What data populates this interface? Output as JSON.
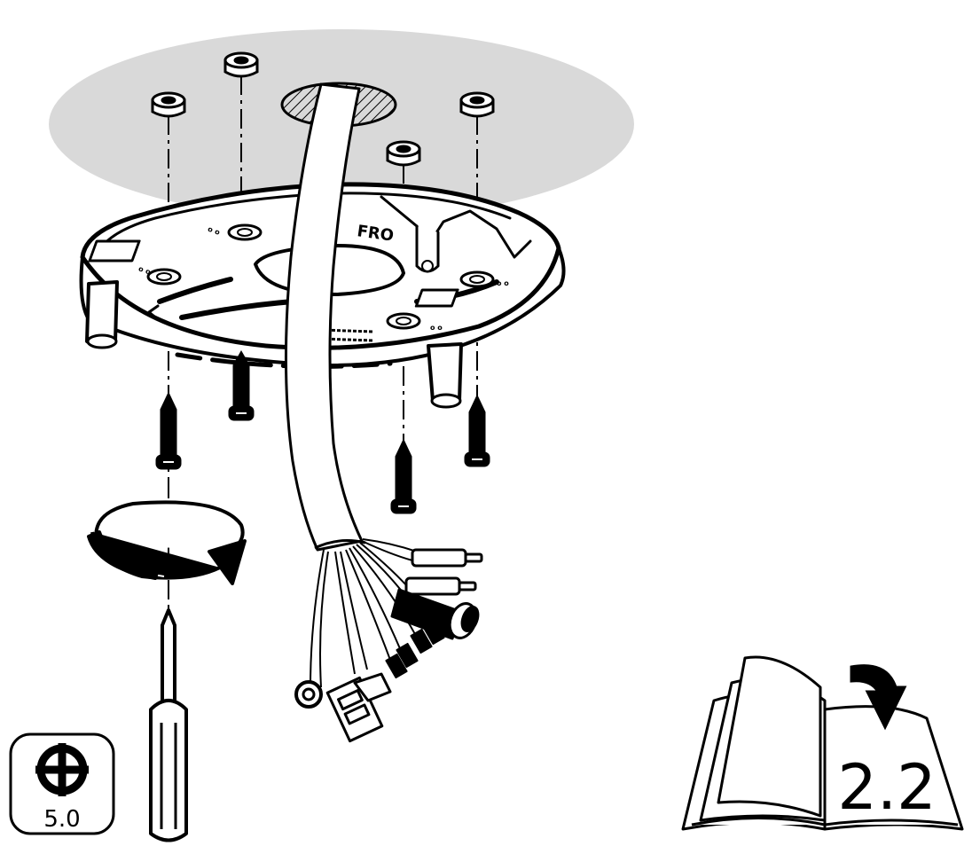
{
  "mount_plate": {
    "text": "FRO"
  },
  "screwdriver_badge": {
    "icon": "phillips-cross-icon",
    "size_label": "5.0"
  },
  "manual_reference": {
    "icon": "open-book-icon",
    "page_label": "2.2"
  },
  "colors": {
    "ceiling": "#d9d9d9",
    "line": "#000000",
    "paper": "#ffffff"
  }
}
